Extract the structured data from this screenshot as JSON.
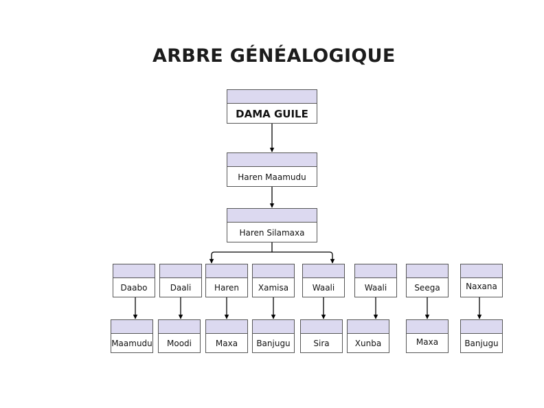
{
  "diagram": {
    "title": "ARBRE GÉNÉALOGIQUE",
    "colors": {
      "header": "#dcd9f0",
      "border": "#555555",
      "line": "#000000"
    },
    "nodes": {
      "dama_guile": "DAMA GUILE",
      "haren_maamudu": "Haren Maamudu",
      "haren_silamaxa": "Haren Silamaxa",
      "daabo": "Daabo",
      "daali": "Daali",
      "haren": "Haren",
      "xamisa": "Xamisa",
      "waali_1": "Waali",
      "waali_2": "Waali",
      "seega": "Seega",
      "naxana": "Naxana",
      "maamudu": "Maamudu",
      "moodi": "Moodi",
      "maxa_1": "Maxa",
      "banjugu_1": "Banjugu",
      "sira": "Sira",
      "xunba": "Xunba",
      "maxa_2": "Maxa",
      "banjugu_2": "Banjugu"
    }
  }
}
